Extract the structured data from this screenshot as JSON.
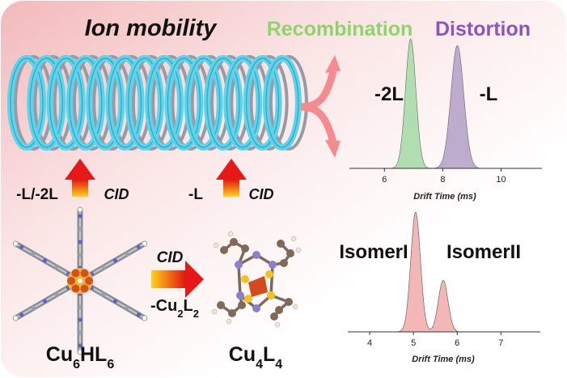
{
  "title": "Ion mobility",
  "header": {
    "recombination": "Recombination",
    "distortion": "Distortion",
    "recombination_color": "#8fd46a",
    "distortion_color": "#8e55b8"
  },
  "labels": {
    "loss_top_left": "-L/-2L",
    "cid_top_left": "CID",
    "loss_top_mid": "-L",
    "cid_top_mid": "CID",
    "cid_middle": "CID",
    "loss_middle": {
      "prefix": "-Cu",
      "sub1": "2",
      "mid": "L",
      "sub2": "2"
    },
    "compound_left": {
      "a": "Cu",
      "a_sub": "6",
      "b": "HL",
      "b_sub": "6"
    },
    "compound_right": {
      "a": "Cu",
      "a_sub": "4",
      "b": "L",
      "b_sub": "4"
    }
  },
  "chart_data": [
    {
      "type": "area",
      "xlabel": "Drift Time (ms)",
      "xticks": [
        6,
        8,
        10
      ],
      "xlim": [
        4.8,
        11.4
      ],
      "series": [
        {
          "name": "-2L",
          "center": 6.9,
          "width": 0.18,
          "height": 1.0,
          "color": "#a8dcaa"
        },
        {
          "name": "-L",
          "center": 8.5,
          "width": 0.22,
          "height": 0.95,
          "color": "#b7a3c9"
        }
      ]
    },
    {
      "type": "area",
      "xlabel": "Drift Time (ms)",
      "xticks": [
        4,
        5,
        6,
        7
      ],
      "xlim": [
        3.5,
        7.9
      ],
      "series": [
        {
          "name": "IsomerI",
          "center": 5.05,
          "width": 0.11,
          "height": 1.0,
          "color": "#f4b6b6"
        },
        {
          "name": "IsomerII",
          "center": 5.68,
          "width": 0.11,
          "height": 0.43,
          "color": "#f4b6b6"
        }
      ]
    }
  ]
}
